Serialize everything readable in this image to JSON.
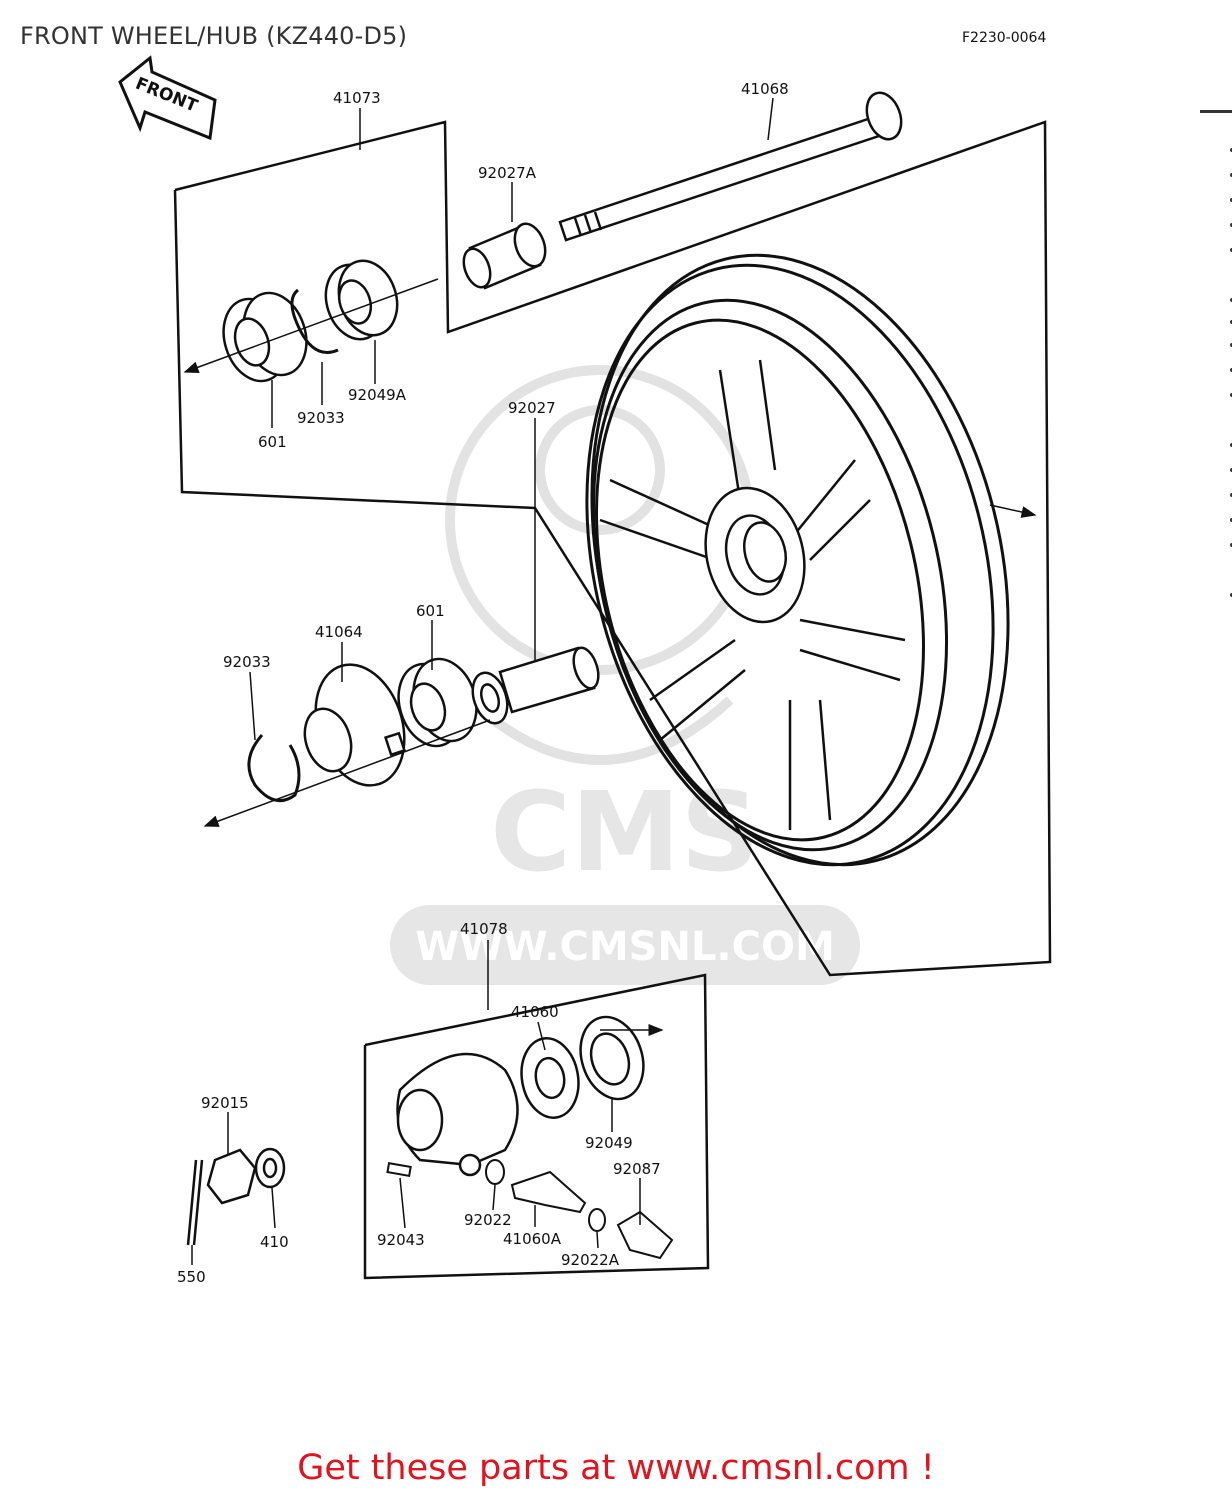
{
  "header": {
    "title": "FRONT WHEEL/HUB (KZ440-D5)",
    "diagram_code": "F2230-0064"
  },
  "front_arrow": {
    "label": "FRONT"
  },
  "watermark": {
    "text": "WWW.CMSNL.COM",
    "logo_text": "CMS"
  },
  "parts": [
    {
      "id": "p41073",
      "number": "41073"
    },
    {
      "id": "p41068",
      "number": "41068"
    },
    {
      "id": "p92027A",
      "number": "92027A"
    },
    {
      "id": "p92049A",
      "number": "92049A"
    },
    {
      "id": "p92033a",
      "number": "92033"
    },
    {
      "id": "p601a",
      "number": "601"
    },
    {
      "id": "p92027",
      "number": "92027"
    },
    {
      "id": "p601b",
      "number": "601"
    },
    {
      "id": "p41064",
      "number": "41064"
    },
    {
      "id": "p92033b",
      "number": "92033"
    },
    {
      "id": "p41078",
      "number": "41078"
    },
    {
      "id": "p41060",
      "number": "41060"
    },
    {
      "id": "p92049",
      "number": "92049"
    },
    {
      "id": "p92087",
      "number": "92087"
    },
    {
      "id": "p92015",
      "number": "92015"
    },
    {
      "id": "p410",
      "number": "410"
    },
    {
      "id": "p550",
      "number": "550"
    },
    {
      "id": "p92043",
      "number": "92043"
    },
    {
      "id": "p92022",
      "number": "92022"
    },
    {
      "id": "p41060A",
      "number": "41060A"
    },
    {
      "id": "p92022A",
      "number": "92022A"
    }
  ],
  "footer": {
    "text": "Get these parts at www.cmsnl.com !"
  }
}
